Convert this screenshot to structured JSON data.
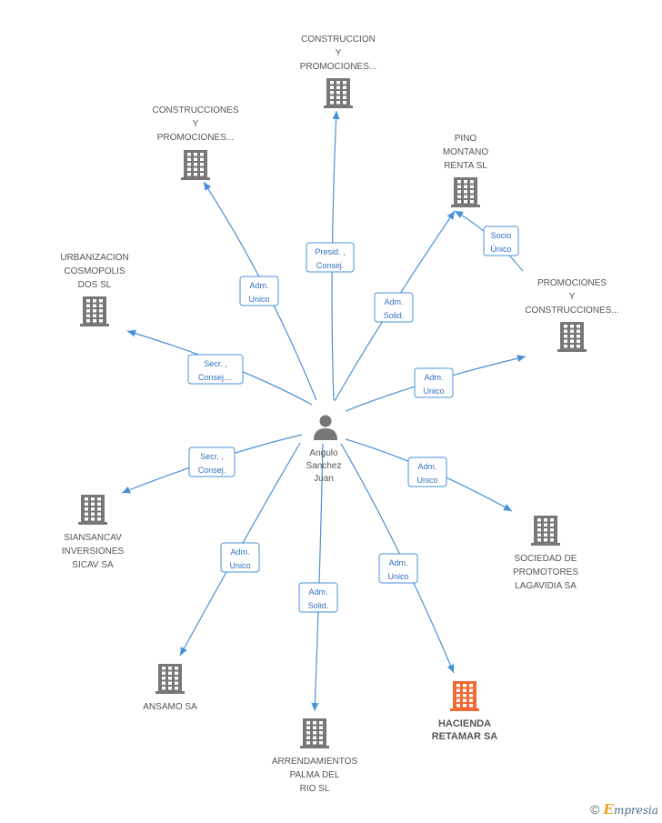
{
  "colors": {
    "edge": "#4a90d9",
    "building": "#777777",
    "highlight": "#f26a35"
  },
  "center": {
    "icon": "person-icon",
    "lines": [
      "Angulo",
      "Sanchez",
      "Juan"
    ]
  },
  "nodes": [
    {
      "id": "construccion-y-promociones",
      "lines": [
        "CONSTRUCCION",
        "Y",
        "PROMOCIONES..."
      ],
      "icon": "building-icon",
      "highlight": false
    },
    {
      "id": "construcciones-y-promociones",
      "lines": [
        "CONSTRUCCIONES",
        "Y",
        "PROMOCIONES..."
      ],
      "icon": "building-icon",
      "highlight": false
    },
    {
      "id": "pino-montano-renta",
      "lines": [
        "PINO",
        "MONTANO",
        "RENTA  SL"
      ],
      "icon": "building-icon",
      "highlight": false
    },
    {
      "id": "urbanizacion-cosmopolis",
      "lines": [
        "URBANIZACION",
        "COSMOPOLIS",
        "DOS  SL"
      ],
      "icon": "building-icon",
      "highlight": false
    },
    {
      "id": "promociones-y-construcciones",
      "lines": [
        "PROMOCIONES",
        "Y",
        "CONSTRUCCIONES..."
      ],
      "icon": "building-icon",
      "highlight": false
    },
    {
      "id": "siansancav",
      "lines": [
        "SIANSANCAV",
        "INVERSIONES",
        "SICAV SA"
      ],
      "icon": "building-icon",
      "highlight": false
    },
    {
      "id": "sociedad-de-promotores",
      "lines": [
        "SOCIEDAD DE",
        "PROMOTORES",
        "LAGAVIDIA SA"
      ],
      "icon": "building-icon",
      "highlight": false
    },
    {
      "id": "ansamo",
      "lines": [
        "ANSAMO SA"
      ],
      "icon": "building-icon",
      "highlight": false
    },
    {
      "id": "arrendamientos-palma",
      "lines": [
        "ARRENDAMIENTOS",
        "PALMA DEL",
        "RIO  SL"
      ],
      "icon": "building-icon",
      "highlight": false
    },
    {
      "id": "hacienda-retamar",
      "lines": [
        "HACIENDA",
        "RETAMAR SA"
      ],
      "icon": "building-icon",
      "highlight": true
    }
  ],
  "edges": [
    {
      "to": "construccion-y-promociones",
      "lines": [
        "Presid. ,",
        "Consej."
      ]
    },
    {
      "to": "construcciones-y-promociones",
      "lines": [
        "Adm.",
        "Unico"
      ]
    },
    {
      "to": "pino-montano-renta",
      "lines": [
        "Adm.",
        "Solid."
      ]
    },
    {
      "to": "urbanizacion-cosmopolis",
      "lines": [
        "Secr. ,",
        "Consej...."
      ]
    },
    {
      "to": "promociones-y-construcciones",
      "lines": [
        "Adm.",
        "Unico"
      ]
    },
    {
      "to": "siansancav",
      "lines": [
        "Secr. ,",
        "Consej."
      ]
    },
    {
      "to": "sociedad-de-promotores",
      "lines": [
        "Adm.",
        "Unico"
      ]
    },
    {
      "to": "ansamo",
      "lines": [
        "Adm.",
        "Unico"
      ]
    },
    {
      "to": "arrendamientos-palma",
      "lines": [
        "Adm.",
        "Solid."
      ]
    },
    {
      "to": "hacienda-retamar",
      "lines": [
        "Adm.",
        "Unico"
      ]
    },
    {
      "from": "promociones-y-construcciones",
      "to": "pino-montano-renta",
      "lines": [
        "Socio",
        "Único"
      ]
    }
  ],
  "footer": {
    "copyright": "©",
    "brand_initial": "E",
    "brand_rest": "mpresia"
  }
}
